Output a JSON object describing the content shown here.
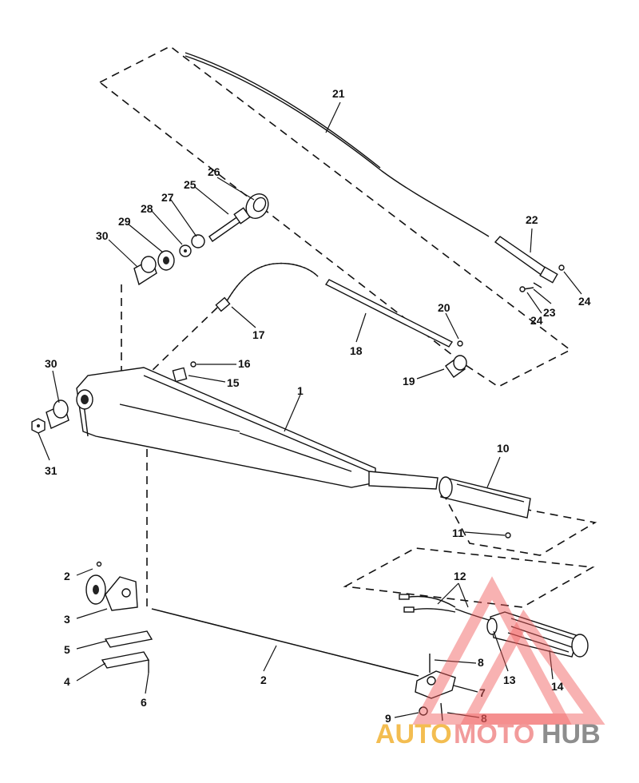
{
  "labels": {
    "p1": "1",
    "p2a": "2",
    "p2b": "2",
    "p3": "3",
    "p4": "4",
    "p5": "5",
    "p6": "6",
    "p7": "7",
    "p8a": "8",
    "p8b": "8",
    "p9": "9",
    "p10": "10",
    "p11": "11",
    "p12": "12",
    "p13": "13",
    "p14": "14",
    "p15": "15",
    "p16": "16",
    "p17": "17",
    "p18": "18",
    "p19": "19",
    "p20": "20",
    "p21": "21",
    "p22": "22",
    "p23": "23",
    "p24a": "24",
    "p24b": "24",
    "p25": "25",
    "p26": "26",
    "p27": "27",
    "p28": "28",
    "p29": "29",
    "p30a": "30",
    "p30b": "30",
    "p31": "31"
  },
  "watermark": {
    "auto": "AUTO",
    "moto": "MOTO",
    "hub": "HUB",
    "colors": {
      "auto": "#f2b233",
      "moto": "#f08a8a",
      "hub": "#7a7a7a",
      "triangle": "#f05a5a"
    }
  }
}
